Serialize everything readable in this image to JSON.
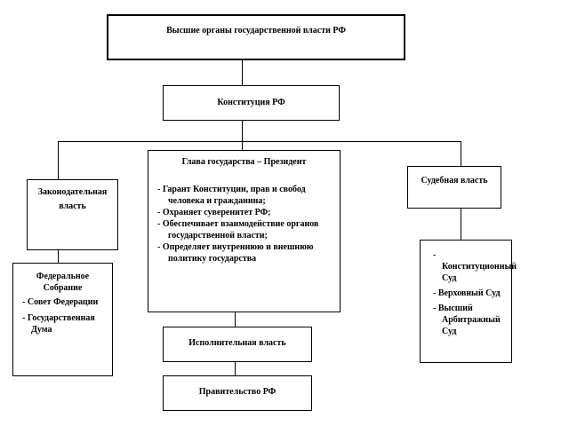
{
  "top": {
    "title": "Высшие органы государственной власти РФ"
  },
  "constitution": {
    "label": "Конституция РФ"
  },
  "president": {
    "title": "Глава государства – Президент",
    "items": [
      "Гарант Конституции, прав и свобод человека и гражданина;",
      "Охраняет суверенитет РФ;",
      "Обеспечивает взаимодействие органов государственной власти;",
      "Определяет внутреннюю и внешнюю политику государства"
    ]
  },
  "legislative": {
    "label": "Законодательная власть"
  },
  "federal_assembly": {
    "title": "Федеральное Собрание",
    "items": [
      "Совет Федерации",
      "Государственная Дума"
    ]
  },
  "judicial": {
    "label": "Судебная власть",
    "items": [
      "Конституционный Суд",
      "Верховный Суд",
      "Высший Арбитражный Суд"
    ]
  },
  "executive": {
    "label": "Исполнительная власть"
  },
  "government": {
    "label": "Правительство РФ"
  }
}
